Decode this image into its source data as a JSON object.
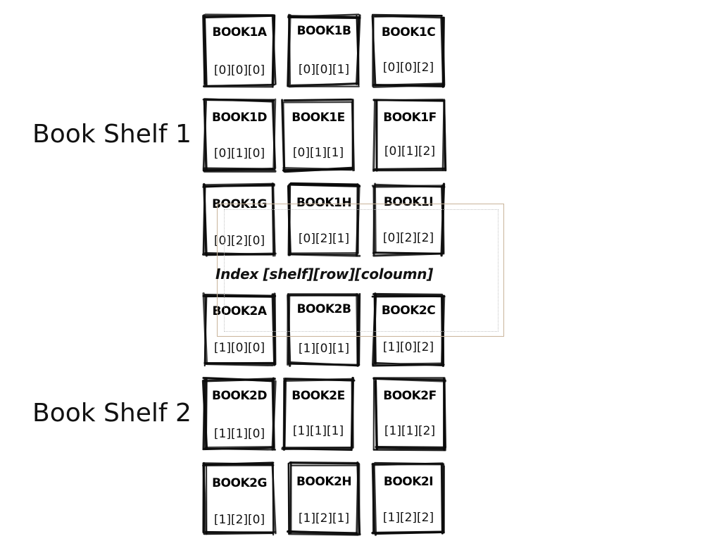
{
  "shelves": [
    {
      "label": "Book Shelf 1",
      "books": [
        {
          "name": "BOOK1A",
          "index": "[0][0][0]"
        },
        {
          "name": "BOOK1B",
          "index": "[0][0][1]"
        },
        {
          "name": "BOOK1C",
          "index": "[0][0][2]"
        },
        {
          "name": "BOOK1D",
          "index": "[0][1][0]"
        },
        {
          "name": "BOOK1E",
          "index": "[0][1][1]"
        },
        {
          "name": "BOOK1F",
          "index": "[0][1][2]"
        },
        {
          "name": "BOOK1G",
          "index": "[0][2][0]"
        },
        {
          "name": "BOOK1H",
          "index": "[0][2][1]"
        },
        {
          "name": "BOOK1I",
          "index": "[0][2][2]"
        }
      ]
    },
    {
      "label": "Book Shelf 2",
      "books": [
        {
          "name": "BOOK2A",
          "index": "[1][0][0]"
        },
        {
          "name": "BOOK2B",
          "index": "[1][0][1]"
        },
        {
          "name": "BOOK2C",
          "index": "[1][0][2]"
        },
        {
          "name": "BOOK2D",
          "index": "[1][1][0]"
        },
        {
          "name": "BOOK2E",
          "index": "[1][1][1]"
        },
        {
          "name": "BOOK2F",
          "index": "[1][1][2]"
        },
        {
          "name": "BOOK2G",
          "index": "[1][2][0]"
        },
        {
          "name": "BOOK2H",
          "index": "[1][2][1]"
        },
        {
          "name": "BOOK2I",
          "index": "[1][2][2]"
        }
      ]
    }
  ],
  "caption": "Index [shelf][row][coloumn]"
}
